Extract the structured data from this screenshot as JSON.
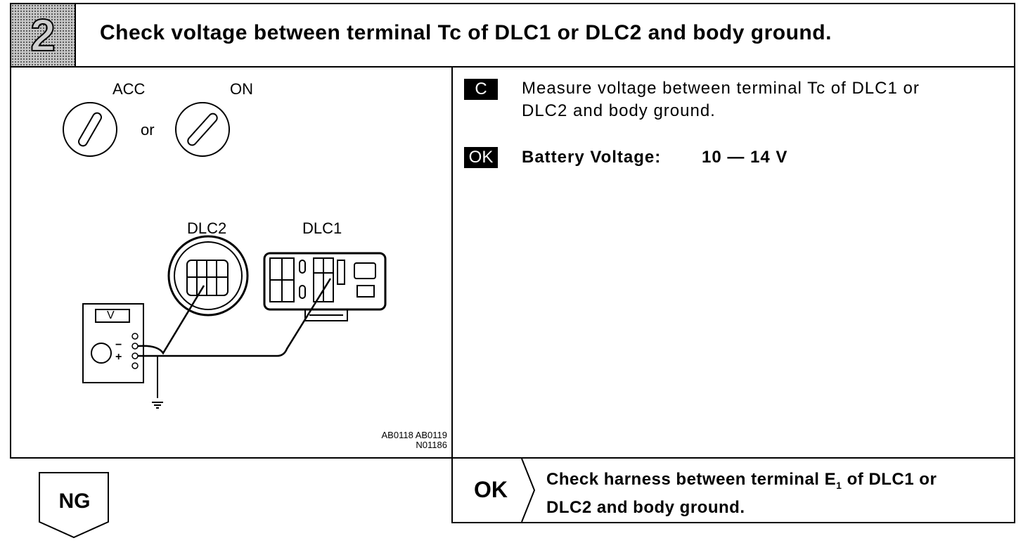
{
  "header": {
    "step_number": "2",
    "title": "Check voltage between terminal Tc of DLC1 or DLC2 and body ground."
  },
  "diagram": {
    "switch_acc_label": "ACC",
    "switch_on_label": "ON",
    "or_label": "or",
    "dlc2_label": "DLC2",
    "dlc1_label": "DLC1",
    "meter_label": "V",
    "minus_sign": "−",
    "plus_sign": "+",
    "code_line1": "AB0118  AB0119",
    "code_line2": "N01186"
  },
  "instructions": {
    "c_tag": "C",
    "measure_line1": "Measure voltage between terminal Tc of DLC1 or",
    "measure_line2": "DLC2 and body ground.",
    "ok_tag": "OK",
    "spec_label": "Battery Voltage:",
    "spec_value": "10 — 14 V"
  },
  "result_ok": {
    "label": "OK",
    "line1_prefix": "Check harness between terminal E",
    "line1_sub": "1",
    "line1_suffix": " of DLC1 or",
    "line2": "DLC2 and body ground."
  },
  "result_ng": {
    "label": "NG"
  }
}
